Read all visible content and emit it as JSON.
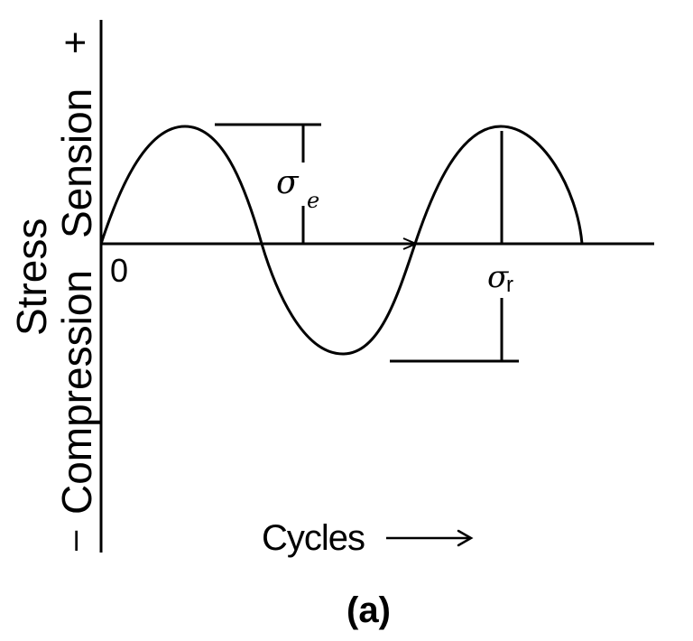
{
  "figure": {
    "caption": "(a)",
    "y_axis": {
      "title": "Stress",
      "positive_label": "Sension",
      "positive_sign": "+",
      "negative_label": "Compression",
      "negative_sign": "–"
    },
    "x_axis": {
      "title": "Cycles",
      "origin_label": "0"
    },
    "annotations": {
      "sigma_e": {
        "symbol": "σ",
        "subscript": "e"
      },
      "sigma_r": {
        "symbol": "σ",
        "subscript": "r"
      }
    },
    "colors": {
      "line": "#000000",
      "background": "#ffffff"
    }
  },
  "chart_data": {
    "type": "line",
    "title": "",
    "xlabel": "Cycles",
    "ylabel": "Stress (Sension + / Compression –)",
    "description": "Sinusoidal alternating stress vs. cycles, starting at 0, rising to a tension peak, crossing zero, dipping to a compression trough, then rising to another tension peak and returning to zero.",
    "x": [
      0,
      0.25,
      0.5,
      0.75,
      1.0,
      1.25,
      1.5
    ],
    "series": [
      {
        "name": "Stress",
        "values": [
          0,
          1,
          0,
          -1,
          0,
          1,
          0
        ]
      }
    ],
    "annotations": [
      {
        "label": "σe",
        "meaning": "stress amplitude from zero to peak (tension)",
        "spans_y": [
          0,
          1
        ]
      },
      {
        "label": "σr",
        "meaning": "stress range from compression trough to tension peak",
        "spans_y": [
          -1,
          1
        ]
      }
    ],
    "ylim": [
      -1.8,
      2.0
    ],
    "grid": false,
    "legend": "none"
  }
}
